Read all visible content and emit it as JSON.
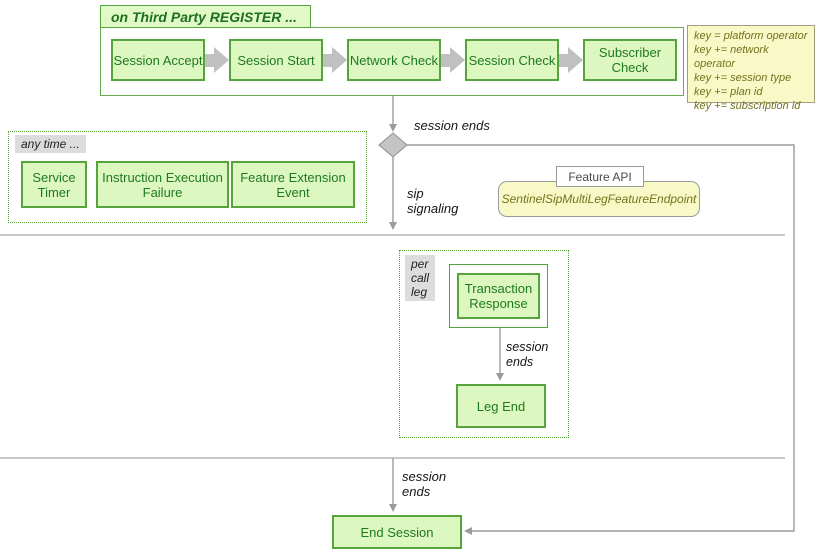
{
  "title_label": "on Third Party REGISTER ...",
  "top_flow": {
    "steps": [
      "Session Accept",
      "Session Start",
      "Network Check",
      "Session Check",
      "Subscriber Check"
    ]
  },
  "note": {
    "lines": [
      "key = platform operator",
      "key += network operator",
      "key += session type",
      "key += plan id",
      "key += subscription id"
    ]
  },
  "any_time": {
    "label": "any time ...",
    "events": [
      "Service Timer",
      "Instruction Execution Failure",
      "Feature Extension Event"
    ]
  },
  "edges": {
    "session_ends_top": "session ends",
    "sip_signaling": "sip\nsignaling",
    "per_leg_session_ends": "session\nends",
    "bottom_session_ends": "session\nends"
  },
  "feature_api": {
    "label": "Feature API",
    "endpoint": "SentinelSipMultiLegFeatureEndpoint"
  },
  "per_call_leg": {
    "label": "per\ncall\nleg",
    "transaction_response": "Transaction Response",
    "leg_end": "Leg End"
  },
  "end_session": "End Session",
  "colors": {
    "node_fill": "#dcf7c0",
    "node_border": "#57a33c",
    "node_text": "#1f7a1f",
    "note_fill": "#f9f9c8",
    "note_text": "#73731c",
    "connector_gray": "#9b9b9b",
    "diamond_fill": "#c4c4c4",
    "tag_gray": "#dcdcdc"
  }
}
